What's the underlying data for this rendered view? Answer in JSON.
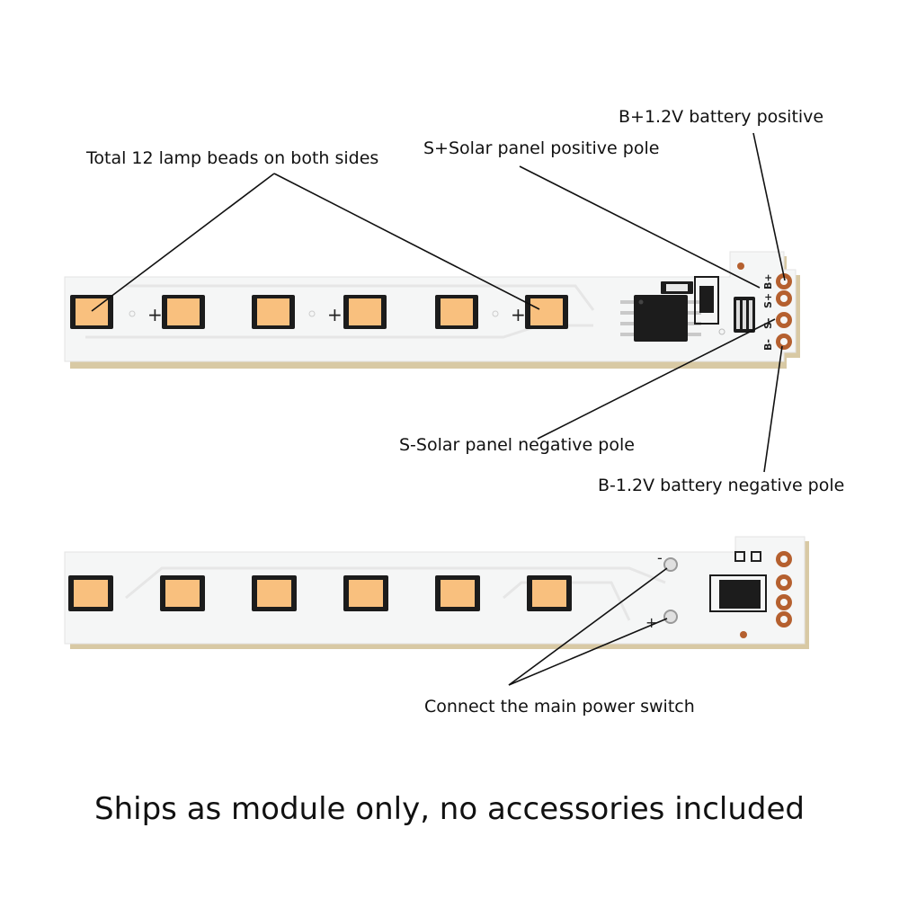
{
  "labels": {
    "lamp_beads": "Total 12 lamp beads on both sides",
    "s_plus": "S+Solar panel positive pole",
    "b_plus": "B+1.2V battery positive",
    "s_minus": "S-Solar panel negative pole",
    "b_minus": "B-1.2V battery negative pole",
    "switch": "Connect the main power switch"
  },
  "board_marks": {
    "b_plus": "B+",
    "s_plus": "S+",
    "s_minus": "S-",
    "b_minus": "B-",
    "plus": "+",
    "minus": "-"
  },
  "footer": "Ships as module only, no accessories included",
  "colors": {
    "pcb": "#f5f6f6",
    "pcb_edge": "#d8c9a4",
    "led": "#f9c07e",
    "pad_copper": "#b5602f",
    "chip": "#1c1c1c",
    "leader_line": "#111111"
  }
}
